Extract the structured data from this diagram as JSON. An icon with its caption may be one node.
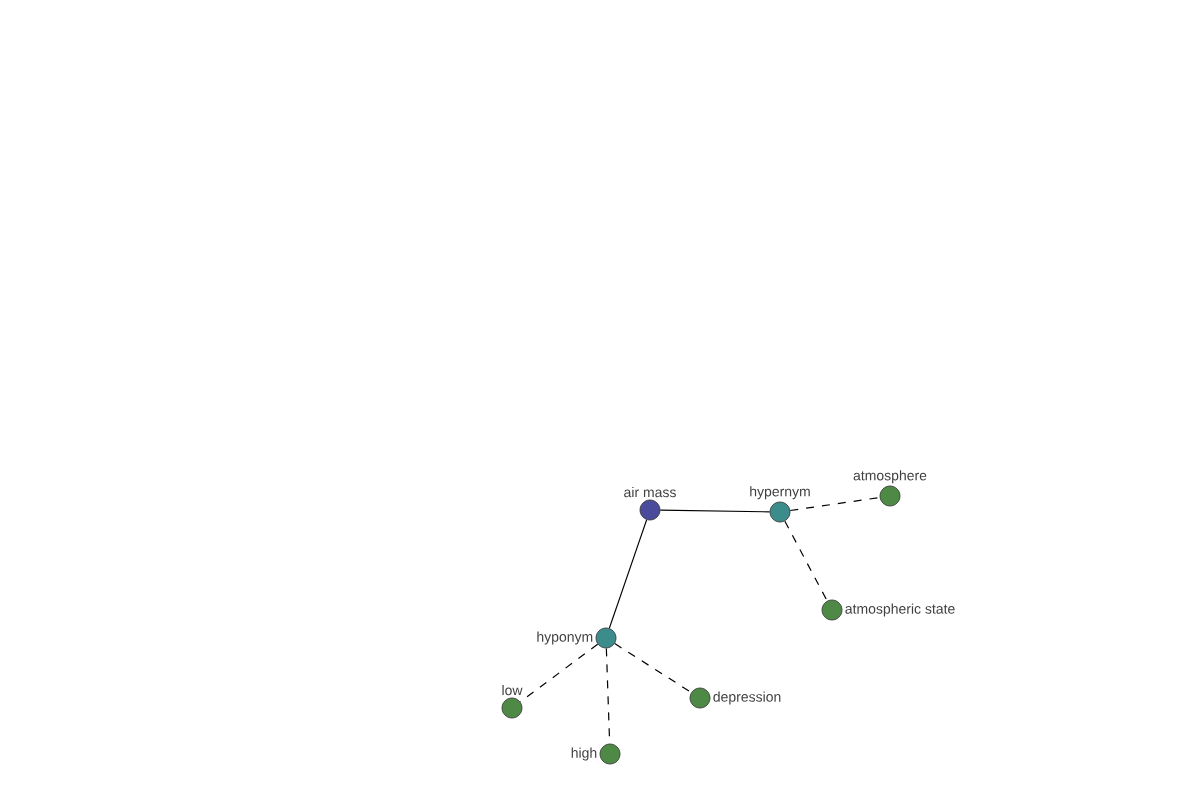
{
  "diagram": {
    "nodes": [
      {
        "text": [
          "air mass"
        ]
      },
      {
        "text": [
          "hypernym"
        ]
      },
      {
        "text": [
          "atmosphere"
        ]
      },
      {
        "text": [
          "atmospheric state"
        ]
      },
      {
        "text": [
          "hyponym"
        ]
      },
      {
        "text": [
          "low"
        ]
      },
      {
        "text": [
          "high"
        ]
      },
      {
        "text": [
          "depression"
        ]
      }
    ],
    "edges": [
      {
        "from": 0,
        "to": 1,
        "arrow": "none"
      },
      {
        "from": 1,
        "to": 2,
        "arrow": "none",
        "style": "dashed"
      },
      {
        "from": 1,
        "to": 3,
        "arrow": "none",
        "style": "dashed"
      },
      {
        "from": 0,
        "to": 4,
        "arrow": "none"
      },
      {
        "from": 4,
        "to": 5,
        "arrow": "none",
        "style": "dashed"
      },
      {
        "from": 4,
        "to": 6,
        "arrow": "none",
        "style": "dashed"
      },
      {
        "from": 4,
        "to": 7,
        "arrow": "none",
        "style": "dashed"
      }
    ]
  }
}
